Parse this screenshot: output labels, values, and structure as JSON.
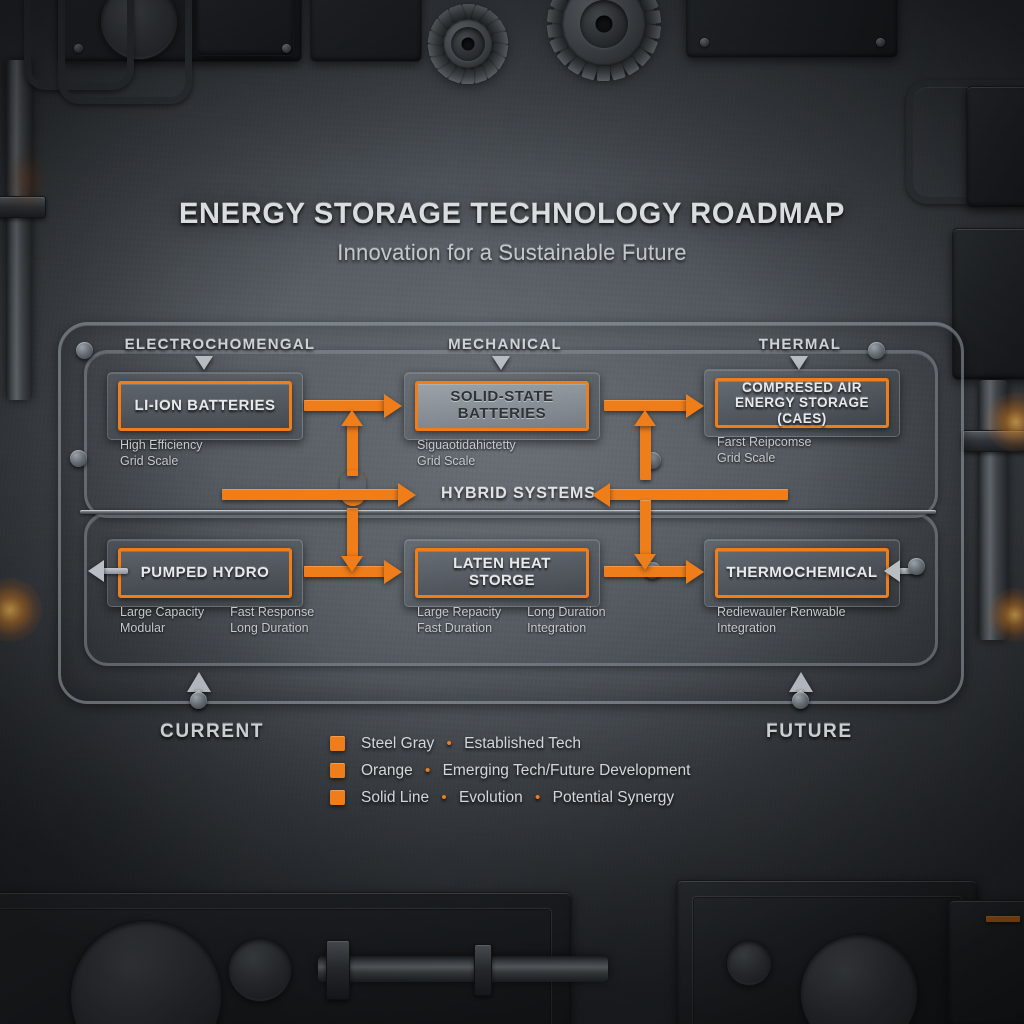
{
  "header": {
    "title": "ENERGY STORAGE TECHNOLOGY ROADMAP",
    "subtitle": "Innovation for a Sustainable Future"
  },
  "columns": [
    {
      "label": "ELECTROCHOMENGAL"
    },
    {
      "label": "MECHANICAL"
    },
    {
      "label": "THERMAL"
    }
  ],
  "hub": {
    "label": "HYBRID SYSTEMS"
  },
  "rows": {
    "top": [
      {
        "title": "LI-ION BATTERIES",
        "attrs_left": [
          "High Efficiency",
          "Grid Scale"
        ],
        "attrs_right": []
      },
      {
        "title": "SOLID-STATE BATTERIES",
        "attrs_left": [
          "Siguaotidahictetty",
          "Grid Scale"
        ],
        "attrs_right": []
      },
      {
        "title_line1": "COMPRESED AIR",
        "title_line2": "ENERGY STORAGE (CAES)",
        "attrs_left": [
          "Farst Reipcomse",
          "Grid Scale"
        ],
        "attrs_right": []
      }
    ],
    "bottom": [
      {
        "title": "PUMPED HYDRO",
        "attrs_left": [
          "Large Capacity",
          "Modular"
        ],
        "attrs_right": [
          "Fast Response",
          "Long Duration"
        ]
      },
      {
        "title": "LATEN HEAT STORGE",
        "attrs_left": [
          "Large Repacity",
          "Fast Duration"
        ],
        "attrs_right": [
          "Long Duration",
          "Integration"
        ]
      },
      {
        "title": "THERMOCHEMICAL",
        "attrs_left": [
          "Rediewauler Renwable",
          "Integration"
        ],
        "attrs_right": []
      }
    ]
  },
  "timeline": {
    "current_label": "CURRENT",
    "future_label": "FUTURE"
  },
  "legend": [
    {
      "color_name": "Steel Gray",
      "meaning": "Established Tech",
      "extra": ""
    },
    {
      "color_name": "Orange",
      "meaning": "Emerging Tech/Future Development",
      "extra": ""
    },
    {
      "color_name": "Solid Line",
      "meaning": "Evolution",
      "extra": "Potential Synergy"
    }
  ],
  "colors": {
    "accent_orange": "#ef7d1a",
    "steel_gray": "#8d949a",
    "panel_dark": "#3a3f44",
    "text_light": "#d2d7db"
  }
}
